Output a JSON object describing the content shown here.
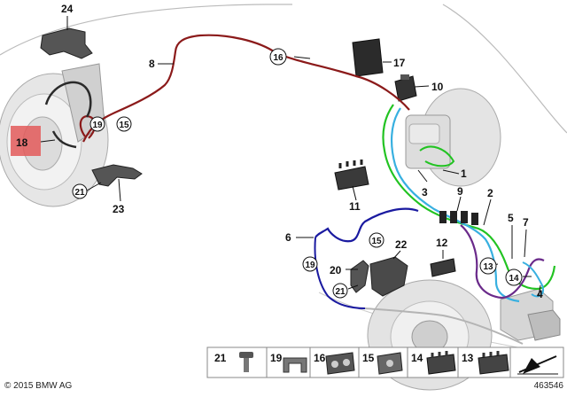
{
  "callouts": {
    "c24": "24",
    "c8": "8",
    "c16": "16",
    "c17": "17",
    "c10": "10",
    "c19a": "19",
    "c15a": "15",
    "c18": "18",
    "c1": "1",
    "c3": "3",
    "c9": "9",
    "c2": "2",
    "c11": "11",
    "c21a": "21",
    "c23": "23",
    "c6": "6",
    "c15b": "15",
    "c12": "12",
    "c22": "22",
    "c5": "5",
    "c7": "7",
    "c13": "13",
    "c14": "14",
    "c4": "4",
    "c19b": "19",
    "c20": "20",
    "c21b": "21"
  },
  "legend": [
    "21",
    "19",
    "16",
    "15",
    "14",
    "13"
  ],
  "footer": {
    "copyright": "© 2015 BMW AG",
    "image_number": "463546"
  },
  "colors": {
    "highlight": "#e35b5b",
    "red_line": "#8b1a1a",
    "blue_line": "#1a1aa0",
    "green_line": "#22c322",
    "cyan_line": "#38b0e0"
  }
}
